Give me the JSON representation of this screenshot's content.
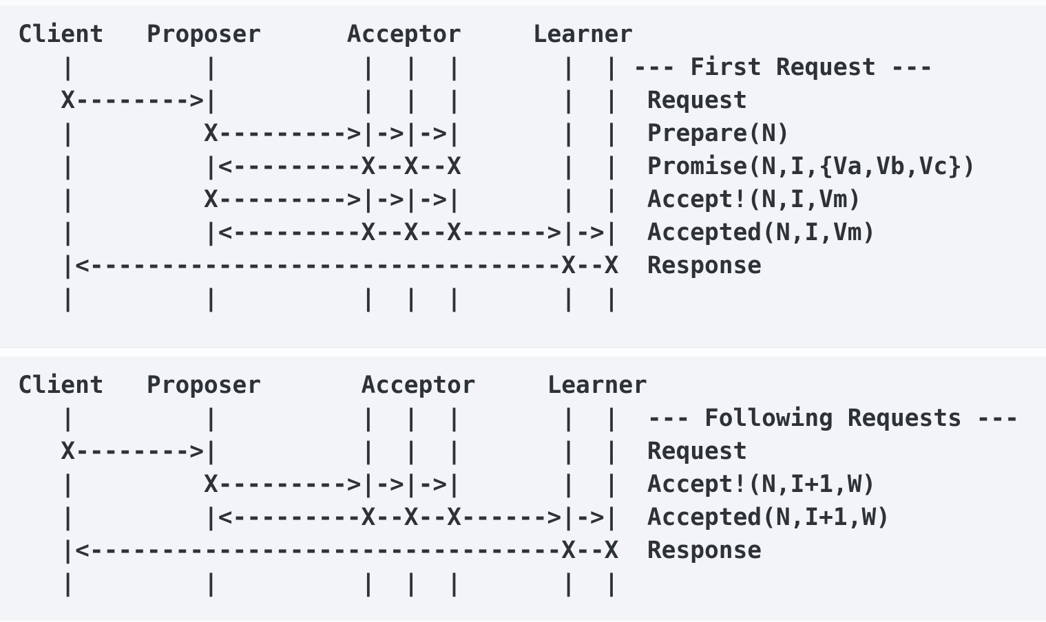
{
  "page": {
    "background_color": "#fbfcfd",
    "block_background_color": "#f2f4f7",
    "text_color": "#2d3238"
  },
  "diagrams": [
    {
      "name": "multi-paxos-first-request",
      "title": "--- First Request ---",
      "participants": [
        "Client",
        "Proposer",
        "Acceptor",
        "Learner"
      ],
      "messages": [
        "Request",
        "Prepare(N)",
        "Promise(N,I,{Va,Vb,Vc})",
        "Accept!(N,I,Vm)",
        "Accepted(N,I,Vm)",
        "Response"
      ],
      "ascii_lines": [
        "Client   Proposer      Acceptor     Learner",
        "   |         |          |  |  |       |  | --- First Request ---",
        "   X-------->|          |  |  |       |  |  Request",
        "   |         X--------->|->|->|       |  |  Prepare(N)",
        "   |         |<---------X--X--X       |  |  Promise(N,I,{Va,Vb,Vc})",
        "   |         X--------->|->|->|       |  |  Accept!(N,I,Vm)",
        "   |         |<---------X--X--X------>|->|  Accepted(N,I,Vm)",
        "   |<---------------------------------X--X  Response",
        "   |         |          |  |  |       |  |"
      ]
    },
    {
      "name": "multi-paxos-following-requests",
      "title": "--- Following Requests ---",
      "participants": [
        "Client",
        "Proposer",
        "Acceptor",
        "Learner"
      ],
      "messages": [
        "Request",
        "Accept!(N,I+1,W)",
        "Accepted(N,I+1,W)",
        "Response"
      ],
      "ascii_lines": [
        "Client   Proposer       Acceptor     Learner",
        "   |         |          |  |  |       |  |  --- Following Requests ---",
        "   X-------->|          |  |  |       |  |  Request",
        "   |         X--------->|->|->|       |  |  Accept!(N,I+1,W)",
        "   |         |<---------X--X--X------>|->|  Accepted(N,I+1,W)",
        "   |<---------------------------------X--X  Response",
        "   |         |          |  |  |       |  |"
      ]
    }
  ]
}
